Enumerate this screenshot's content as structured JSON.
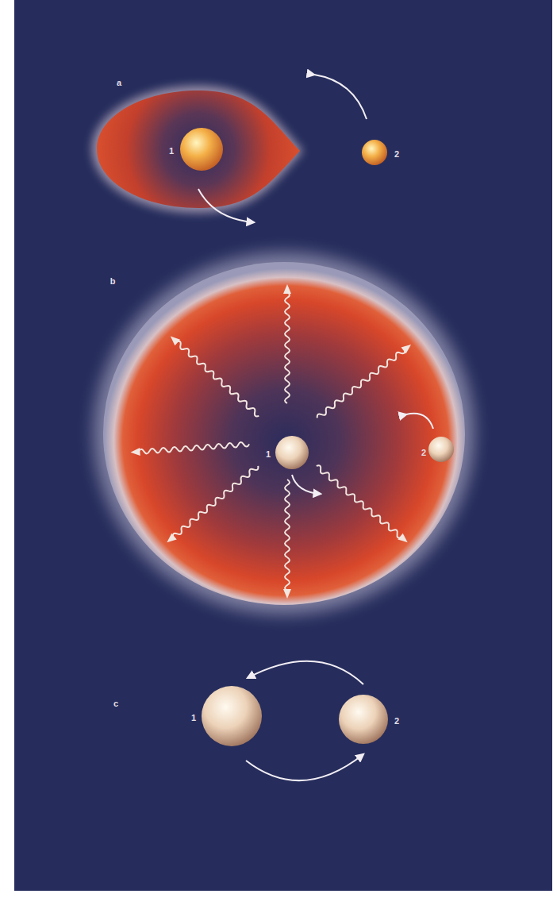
{
  "diagram": {
    "labels": [
      "a",
      "1",
      "2",
      "b",
      "1",
      "2",
      "c",
      "1",
      "2"
    ]
  }
}
